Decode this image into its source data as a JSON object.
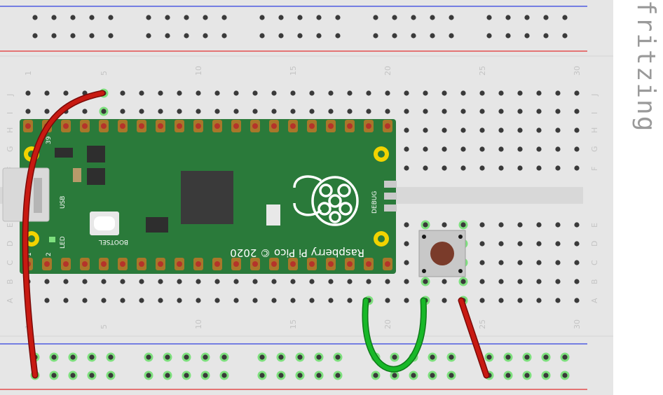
{
  "brand": {
    "name": "fritzing"
  },
  "breadboard": {
    "column_numbers": [
      "1",
      "5",
      "10",
      "15",
      "20",
      "25",
      "30"
    ],
    "row_letters_top": [
      "J",
      "I",
      "H",
      "G",
      "F"
    ],
    "row_letters_bottom": [
      "E",
      "D",
      "C",
      "B",
      "A"
    ]
  },
  "pico": {
    "name": "Raspberry Pi Pico © 2020",
    "usb_label": "USB",
    "led_label": "LED",
    "bootsel_label": "BOOTSEL",
    "debug_label": "DEBUG",
    "pin_label_1": "1",
    "pin_label_2": "2",
    "pin_label_39": "39"
  },
  "colors": {
    "board_bg": "#e6e6e6",
    "hole": "#3a3a3a",
    "connected_hole": "#7ee07e",
    "red_rail": "#e33131",
    "blue_rail": "#3040e0",
    "pico_green": "#2a7a3a",
    "red_wire": "#c81a12",
    "green_wire": "#18b828",
    "button_cap": "#7a3b2a"
  },
  "wires": [
    {
      "name": "red-wire-1",
      "color": "red"
    },
    {
      "name": "green-wire",
      "color": "green"
    },
    {
      "name": "red-wire-2",
      "color": "red"
    }
  ],
  "button": {
    "name": "push-button"
  }
}
